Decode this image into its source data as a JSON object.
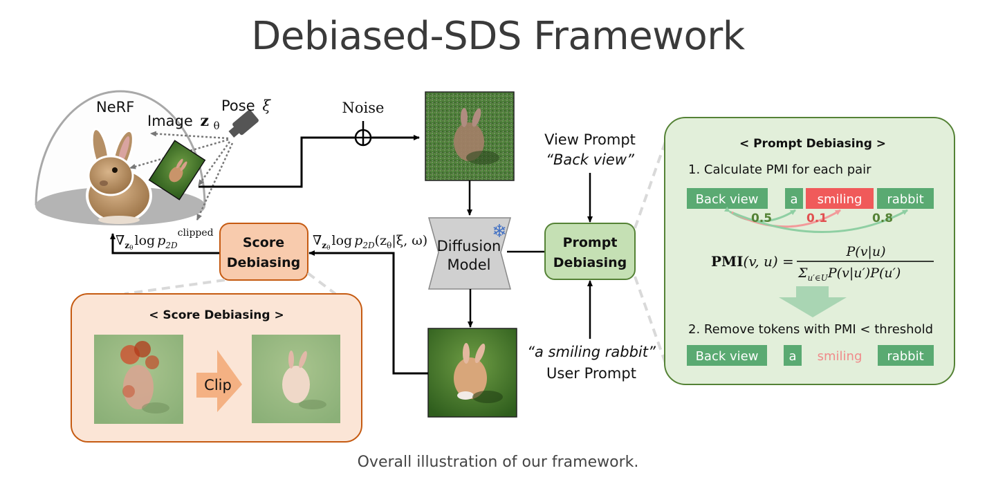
{
  "title": "Debiased-SDS Framework",
  "caption": "Overall illustration of our framework.",
  "colors": {
    "score_fill": "#f8cbad",
    "score_stroke": "#c55a11",
    "score_panel_fill": "#fbe5d6",
    "prompt_fill": "#c5e0b4",
    "prompt_stroke": "#548235",
    "prompt_panel_fill": "#e2efda",
    "token_green": "#5aaa72",
    "token_red": "#f05a5a",
    "removed_token": "#f08a8a",
    "pmi_green": "#548235",
    "pmi_red": "#e05050",
    "diffusion_fill": "#d0d0d0",
    "snowflake": "#4472c4"
  },
  "nerf": {
    "nerf_label": "NeRF",
    "image_label": "Image",
    "image_symbol": "z",
    "image_subscript": "θ",
    "pose_label": "Pose",
    "pose_symbol": "ξ"
  },
  "noise_label": "Noise",
  "diffusion_model": {
    "line1": "Diffusion",
    "line2": "Model",
    "icon": "snowflake-icon"
  },
  "score_debiasing_box": {
    "line1": "Score",
    "line2": "Debiasing"
  },
  "prompt_debiasing_box": {
    "line1": "Prompt",
    "line2": "Debiasing"
  },
  "gradient_in": {
    "nabla": "∇",
    "sub": "z",
    "subsub": "θ",
    "log": "log",
    "p": "p",
    "p_sub": "2D",
    "args": "(z",
    "args_sub": "θ",
    "args_rest": "|ξ, ω)"
  },
  "gradient_out": {
    "nabla": "∇",
    "sub": "z",
    "subsub": "θ",
    "log": "log",
    "p": "p",
    "p_sub": "2D",
    "sup": "clipped"
  },
  "view_prompt": {
    "label": "View Prompt",
    "value": "“Back view”"
  },
  "user_prompt": {
    "label": "User Prompt",
    "value": "“a smiling rabbit”"
  },
  "score_panel": {
    "title": "< Score Debiasing >",
    "arrow_label": "Clip"
  },
  "prompt_panel": {
    "title": "< Prompt Debiasing >",
    "step1": "1. Calculate PMI for each pair",
    "tokens": [
      {
        "text": "Back view",
        "state": "keep"
      },
      {
        "text": "a",
        "state": "keep"
      },
      {
        "text": "smiling",
        "state": "flagged"
      },
      {
        "text": "rabbit",
        "state": "keep"
      }
    ],
    "pmi_values": [
      {
        "pair": [
          "Back view",
          "a"
        ],
        "value": "0.5",
        "state": "keep"
      },
      {
        "pair": [
          "Back view",
          "smiling"
        ],
        "value": "0.1",
        "state": "flagged"
      },
      {
        "pair": [
          "Back view",
          "rabbit"
        ],
        "value": "0.8",
        "state": "keep"
      }
    ],
    "formula": {
      "lhs_bold": "PMI",
      "lhs_args": "(v, u) =",
      "numerator": "P(v|u)",
      "denominator_sigma": "Σ",
      "denominator_sub": "u′∈U",
      "denominator_rest": "P(v|u′)P(u′)"
    },
    "step2": "2. Remove tokens with PMI < threshold",
    "result_tokens": [
      {
        "text": "Back view",
        "state": "keep"
      },
      {
        "text": "a",
        "state": "keep"
      },
      {
        "text": "smiling",
        "state": "removed"
      },
      {
        "text": "rabbit",
        "state": "keep"
      }
    ]
  }
}
